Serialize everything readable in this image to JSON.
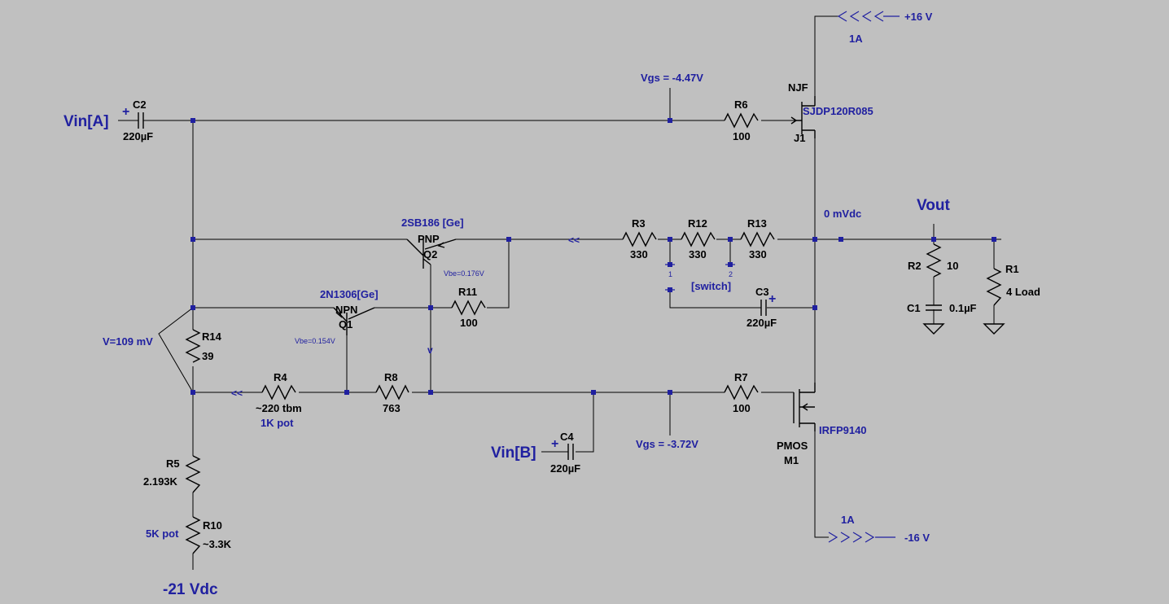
{
  "colors": {
    "background": "#c0c0c0",
    "wire": "#000000",
    "node": "#2020a0",
    "net_label": "#2020a0",
    "component_text": "#000000"
  },
  "labels": {
    "vin_a": "Vin[A]",
    "vin_b": "Vin[B]",
    "vout": "Vout",
    "pos_supply": "+16 V",
    "neg_supply": "-16 V",
    "neg_21": "-21 Vdc",
    "current_top": "1A",
    "current_bottom": "1A",
    "vgs_top": "Vgs = -4.47V",
    "vgs_bottom": "Vgs = -3.72V",
    "mvdc": "0 mVdc",
    "v109": "V=109 mV",
    "switch": "[switch]",
    "pot_1k": "1K pot",
    "pot_5k": "5K pot",
    "pin1": "1",
    "pin2": "2",
    "arrow_r4": "<<",
    "arrow_r3": "<<",
    "arrow_v": "v"
  },
  "components": {
    "c2": {
      "name": "C2",
      "value": "220µF",
      "plus": "+"
    },
    "c3": {
      "name": "C3",
      "value": "220µF",
      "plus": "+"
    },
    "c4": {
      "name": "C4",
      "value": "220µF",
      "plus": "+"
    },
    "c1": {
      "name": "C1",
      "value": "0.1µF"
    },
    "r1": {
      "name": "R1",
      "value": "4 Load"
    },
    "r2": {
      "name": "R2",
      "value": "10"
    },
    "r3": {
      "name": "R3",
      "value": "330"
    },
    "r4": {
      "name": "R4",
      "value": "~220 tbm"
    },
    "r5": {
      "name": "R5",
      "value": "2.193K"
    },
    "r6": {
      "name": "R6",
      "value": "100"
    },
    "r7": {
      "name": "R7",
      "value": "100"
    },
    "r8": {
      "name": "R8",
      "value": "763"
    },
    "r10": {
      "name": "R10",
      "value": "~3.3K"
    },
    "r11": {
      "name": "R11",
      "value": "100"
    },
    "r12": {
      "name": "R12",
      "value": "330"
    },
    "r13": {
      "name": "R13",
      "value": "330"
    },
    "r14": {
      "name": "R14",
      "value": "39"
    },
    "j1": {
      "type": "NJF",
      "model": "SJDP120R085",
      "name": "J1"
    },
    "m1": {
      "type": "PMOS",
      "model": "IRFP9140",
      "name": "M1"
    },
    "q1": {
      "type": "NPN",
      "model": "2N1306[Ge]",
      "name": "Q1",
      "vbe": "Vbe=0.154V"
    },
    "q2": {
      "type": "PNP",
      "model": "2SB186 [Ge]",
      "name": "Q2",
      "vbe": "Vbe=0.176V"
    }
  }
}
